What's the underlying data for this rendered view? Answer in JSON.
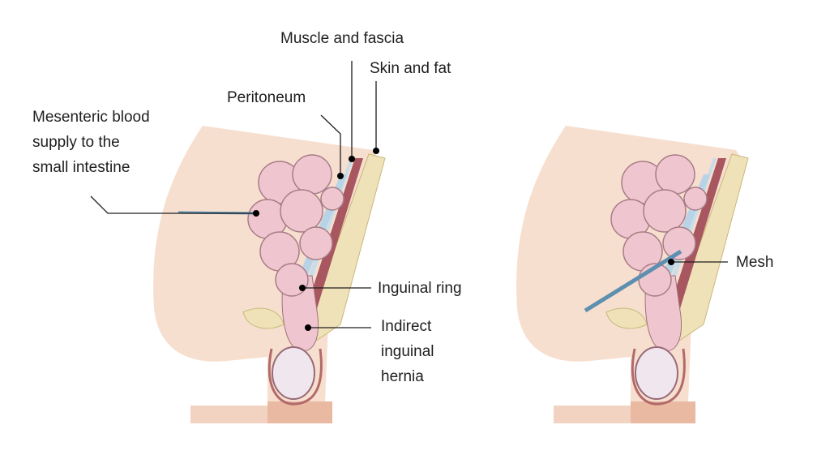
{
  "labels": {
    "muscle_fascia": "Muscle and fascia",
    "skin_fat": "Skin and fat",
    "peritoneum": "Peritoneum",
    "mesenteric_line1": "Mesenteric blood",
    "mesenteric_line2": "supply to the",
    "mesenteric_line3": "small intestine",
    "inguinal_ring": "Inguinal ring",
    "hernia_line1": "Indirect",
    "hernia_line2": "inguinal",
    "hernia_line3": "hernia",
    "mesh": "Mesh"
  },
  "colors": {
    "skin": "#f7dfcf",
    "skin_dark": "#e9b9a1",
    "intestine": "#efc6cf",
    "muscle": "#9a4a52",
    "fat": "#efe2b8",
    "peritoneum": "#b9d3e6",
    "mesh": "#5d8fb0"
  }
}
